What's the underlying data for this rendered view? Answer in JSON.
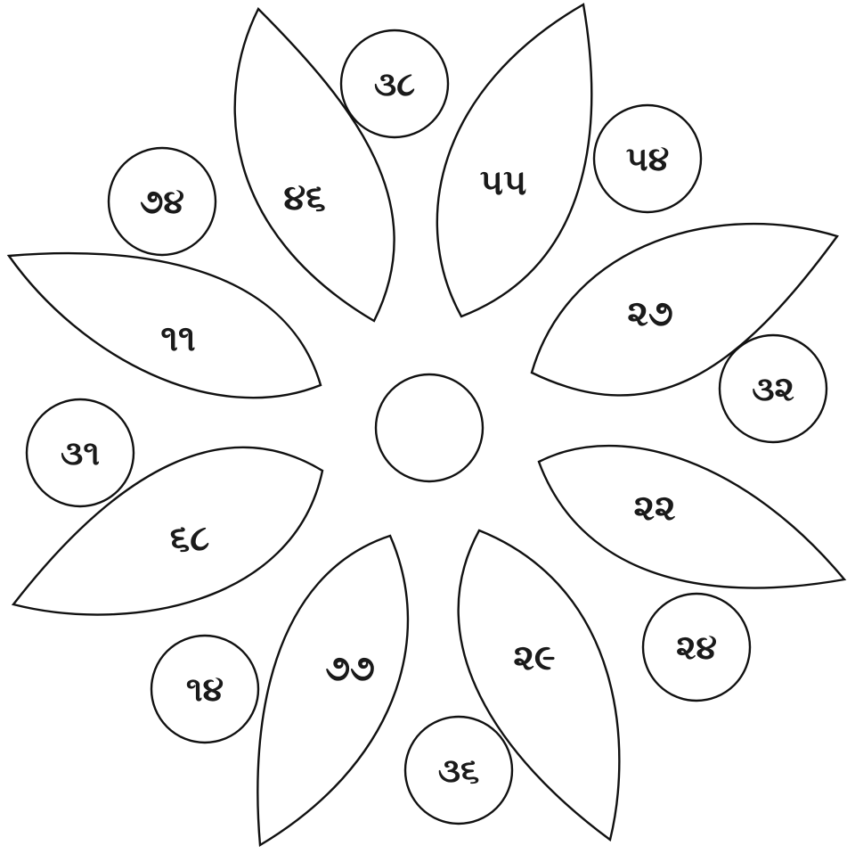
{
  "petals": [
    {
      "label": "૪૬"
    },
    {
      "label": "૫૫"
    },
    {
      "label": "૨૭"
    },
    {
      "label": "૨૨"
    },
    {
      "label": "૨૯"
    },
    {
      "label": "૭૭"
    },
    {
      "label": "૬૮"
    },
    {
      "label": "૧૧"
    }
  ],
  "circles": [
    {
      "label": "૩૮"
    },
    {
      "label": "૫૪"
    },
    {
      "label": "૩૨"
    },
    {
      "label": "૨૪"
    },
    {
      "label": "૩૬"
    },
    {
      "label": "૧૪"
    },
    {
      "label": "૩૧"
    },
    {
      "label": "૭૪"
    }
  ],
  "colors": {
    "stroke": "#111111",
    "fill": "#ffffff",
    "text": "#1a1a1a"
  }
}
